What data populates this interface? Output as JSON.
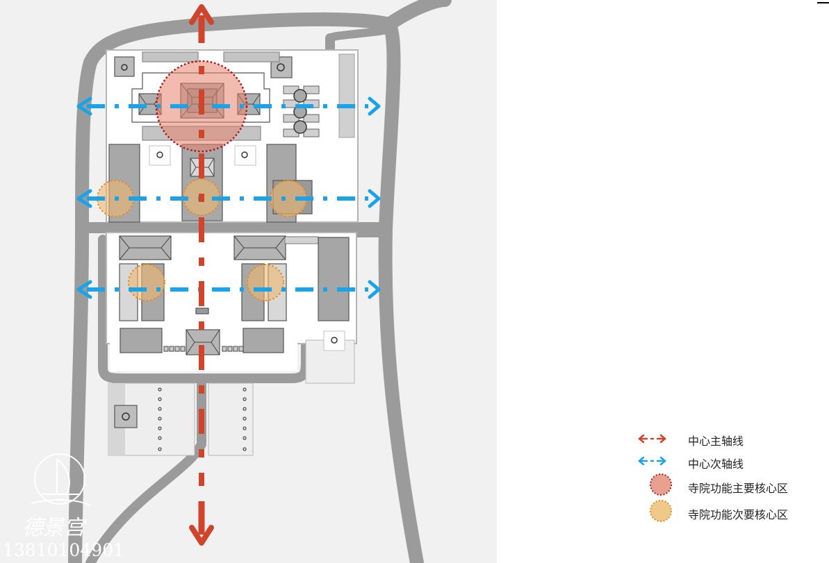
{
  "legend": {
    "items": [
      {
        "label": "中心主轴线",
        "kind": "main-axis",
        "color": "#d0442c"
      },
      {
        "label": "中心次轴线",
        "kind": "secondary-axis",
        "color": "#1aa3e8"
      },
      {
        "label": "寺院功能主要核心区",
        "kind": "primary-core",
        "color": "#e8a090"
      },
      {
        "label": "寺院功能次要核心区",
        "kind": "secondary-core",
        "color": "#f0c888"
      }
    ]
  },
  "watermark": {
    "brand_script": "德景宫",
    "phone": "13810104901"
  },
  "colors": {
    "background": "#f1f1f1",
    "road": "#9b9b9b",
    "building": "#a3a3a3",
    "main_axis": "#d0442c",
    "secondary_axis": "#1aa3e8"
  }
}
